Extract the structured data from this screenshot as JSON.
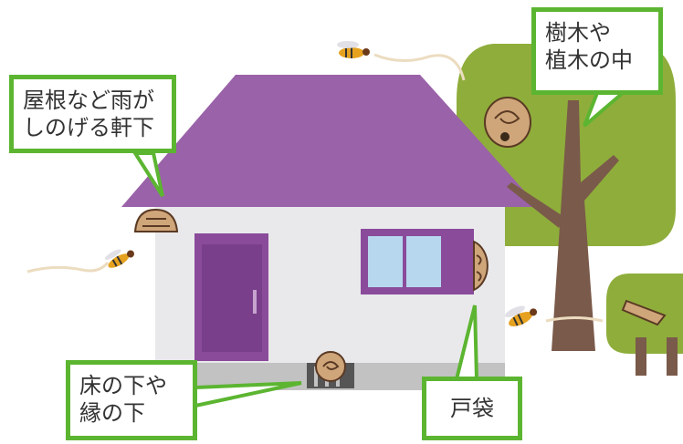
{
  "labels": {
    "eaves": [
      "屋根など雨が",
      "しのげる軒下"
    ],
    "trees": [
      "樹木や",
      "植木の中"
    ],
    "floor": [
      "床の下や",
      "縁の下"
    ],
    "shutter": "戸袋"
  },
  "colors": {
    "roof": "#9a62a8",
    "wall": "#e9e9ec",
    "door": "#8a4b9a",
    "window_glass": "#b7d7ee",
    "foundation": "#c2c2c2",
    "tree_foliage": "#8fad3b",
    "tree_trunk": "#7a5a4a",
    "callout_border": "#5cb531",
    "nest": "#cfa57a"
  },
  "icons": [
    "hornet-icon",
    "wasp-nest-icon",
    "house-icon",
    "tree-icon"
  ]
}
